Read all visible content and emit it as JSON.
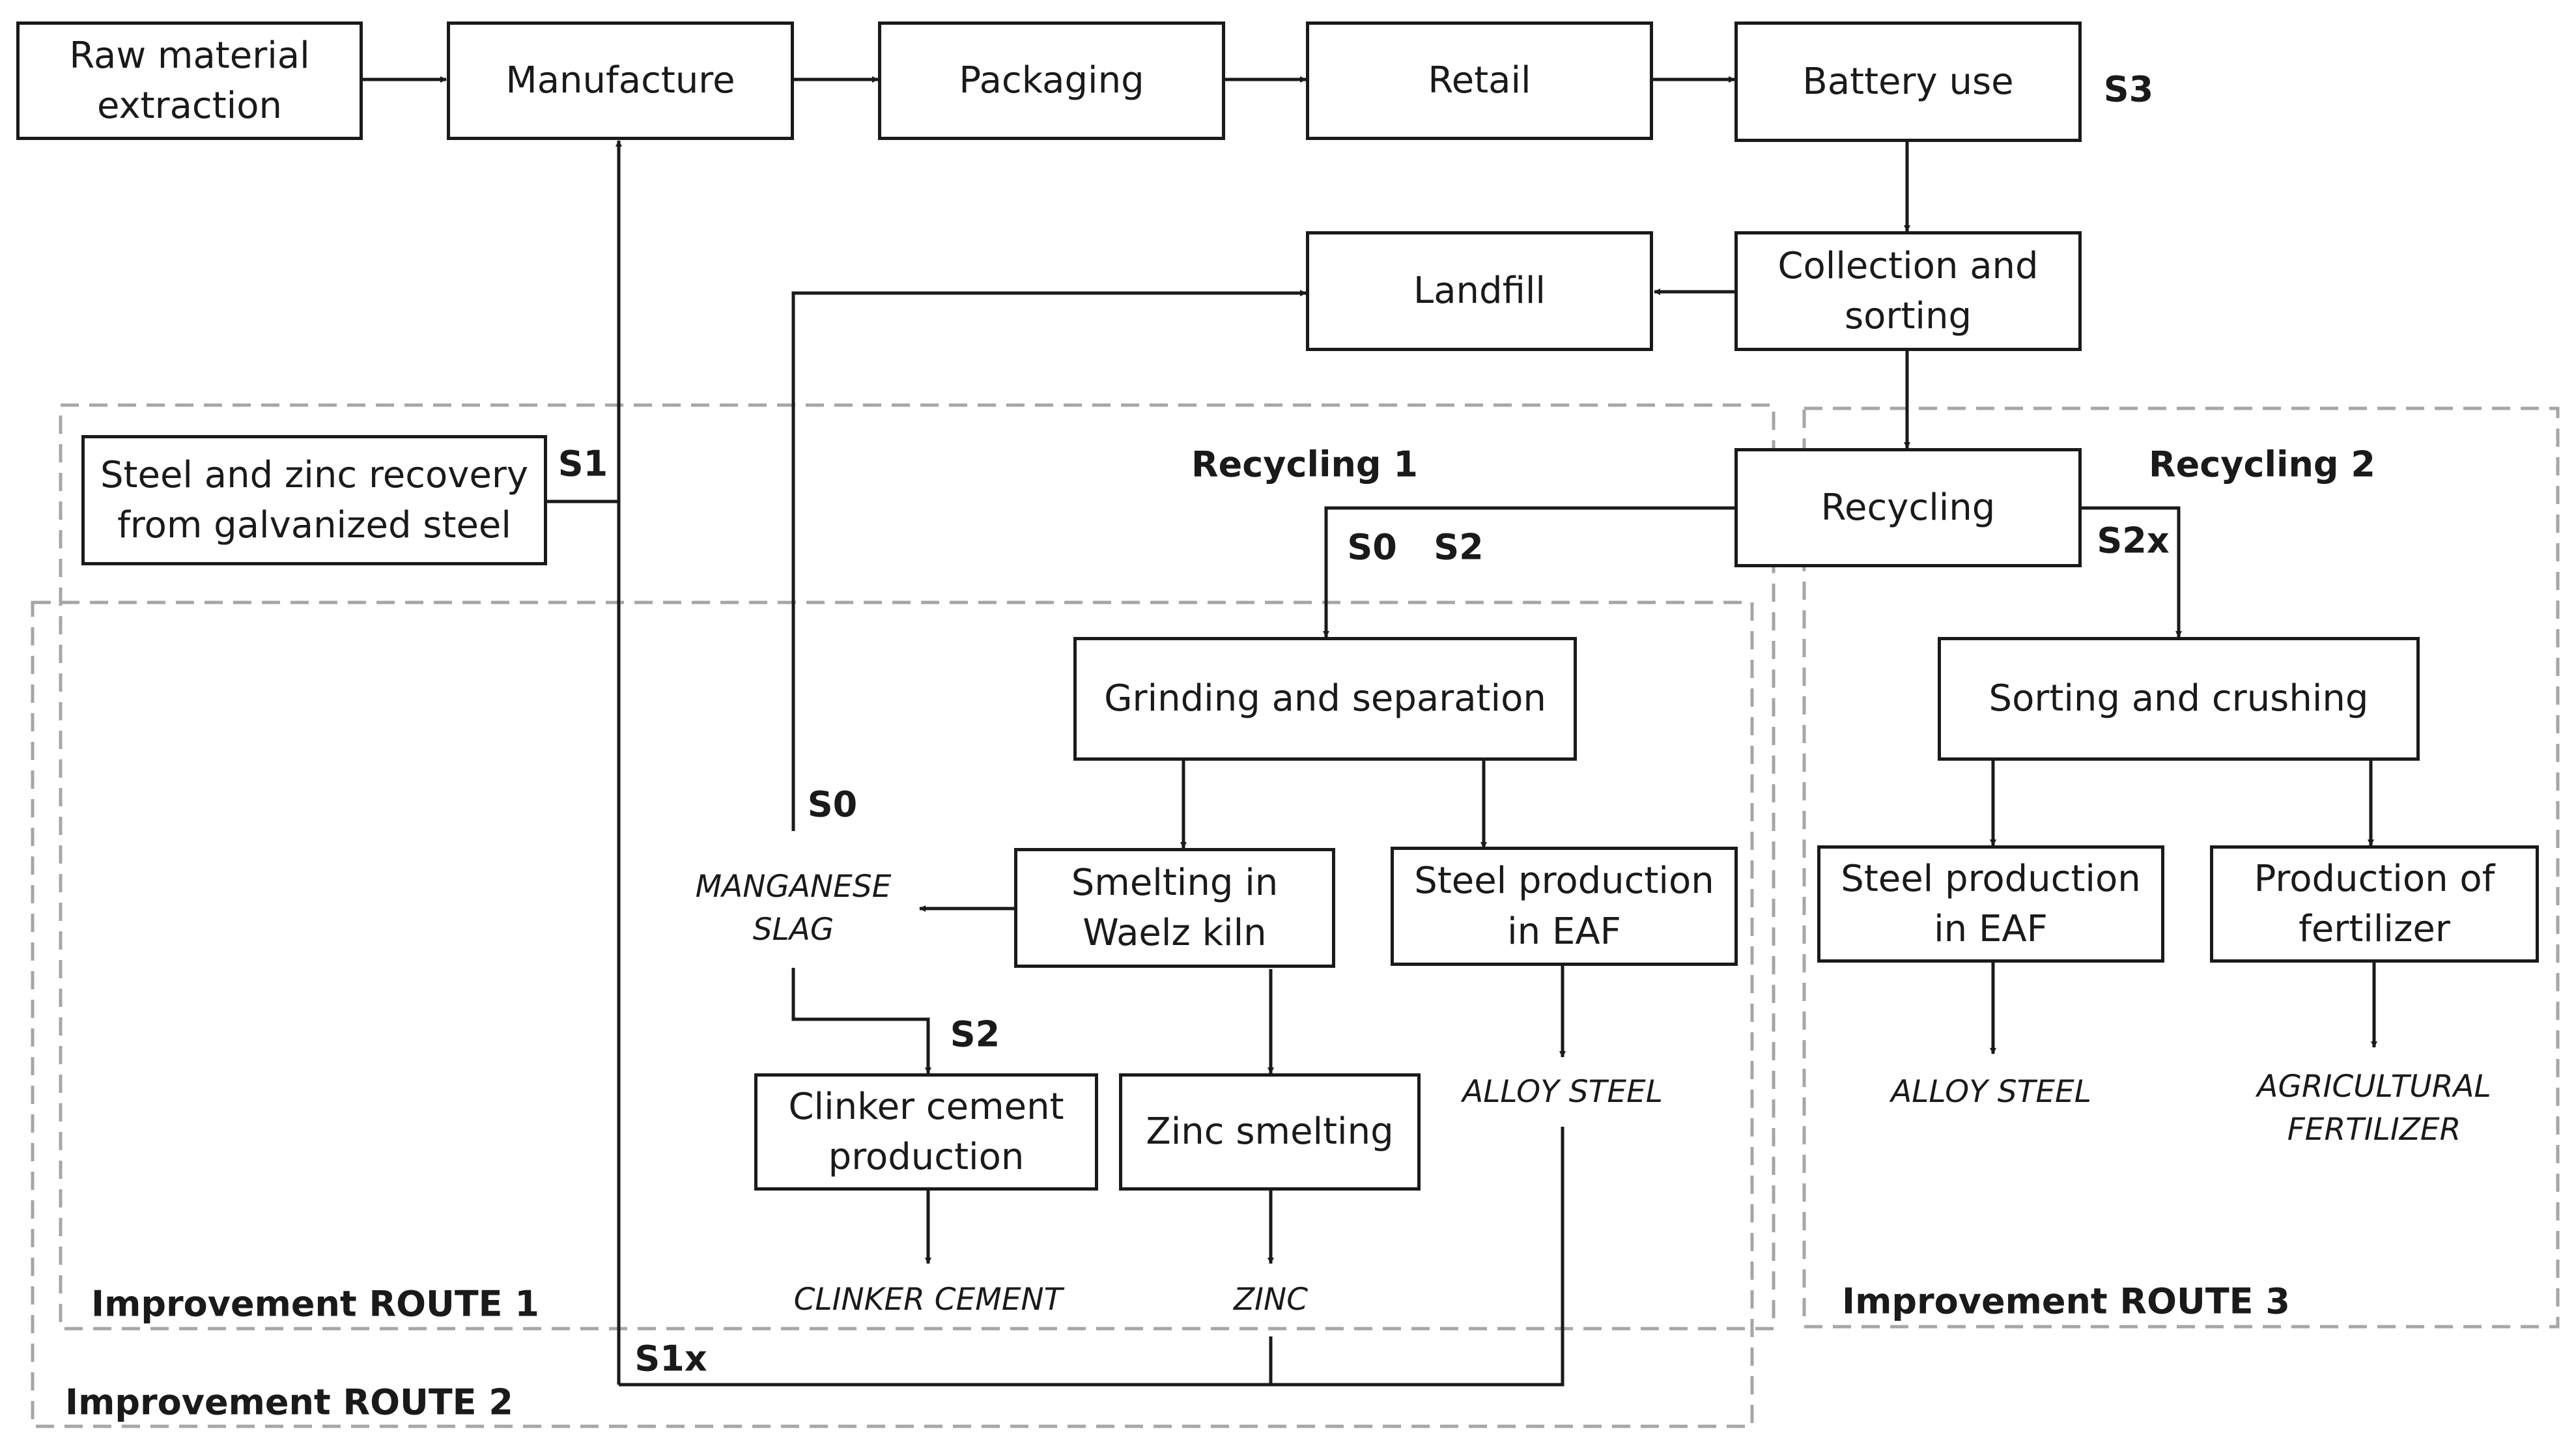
{
  "boxes": {
    "raw": "Raw material\nextraction",
    "manufacture": "Manufacture",
    "packaging": "Packaging",
    "retail": "Retail",
    "battery_use": "Battery use",
    "landfill": "Landfill",
    "collection": "Collection and\nsorting",
    "recycling": "Recycling",
    "steel_zinc_recovery": "Steel and zinc recovery\nfrom galvanized steel",
    "grinding": "Grinding and separation",
    "sorting_crushing": "Sorting and crushing",
    "waelz": "Smelting in\nWaelz kiln",
    "steel_eaf_1": "Steel production\nin EAF",
    "steel_eaf_2": "Steel production\nin EAF",
    "fertilizer_prod": "Production of\nfertilizer",
    "clinker_prod": "Clinker cement\nproduction",
    "zinc_smelting": "Zinc smelting"
  },
  "products": {
    "manganese_slag": "MANGANESE\nSLAG",
    "alloy_steel_1": "ALLOY STEEL",
    "alloy_steel_2": "ALLOY STEEL",
    "agri_fertilizer": "AGRICULTURAL\nFERTILIZER",
    "clinker_cement": "CLINKER CEMENT",
    "zinc": "ZINC"
  },
  "labels": {
    "s3": "S3",
    "s1": "S1",
    "recycling_1": "Recycling 1",
    "recycling_2": "Recycling 2",
    "s0_s2": "S0   S2",
    "s2x": "S2x",
    "s0": "S0",
    "s2": "S2",
    "s1x": "S1x",
    "route_1": "Improvement ROUTE 1",
    "route_2": "Improvement ROUTE 2",
    "route_3": "Improvement ROUTE 3"
  },
  "colors": {
    "line": "#1a1a1a",
    "dashed_region": "#a6a6a6"
  }
}
